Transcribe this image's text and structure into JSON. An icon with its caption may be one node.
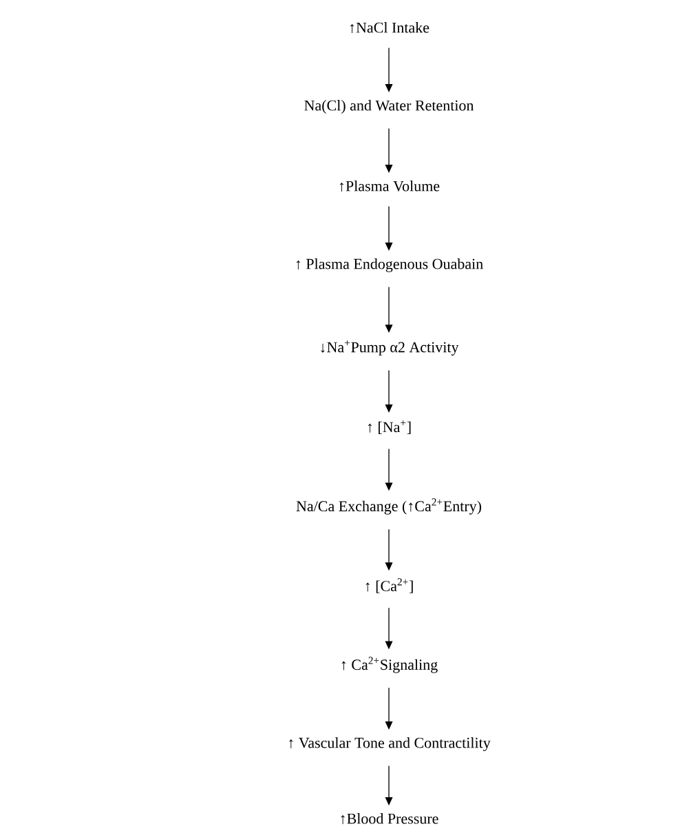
{
  "diagram": {
    "nodes": [
      {
        "text": [
          "↑NaCl Intake"
        ]
      },
      {
        "text": [
          "Na(Cl) and Water Retention"
        ]
      },
      {
        "text": [
          "↑Plasma Volume"
        ]
      },
      {
        "text": [
          "↑ Plasma Endogenous Ouabain"
        ]
      },
      {
        "text": [
          "↓Na$^{+}$Pump α2 Activity"
        ]
      },
      {
        "text": [
          "↑ [Na$^{+}$]"
        ]
      },
      {
        "text": [
          "Na/Ca Exchange (↑Ca$^{2+}$Entry)"
        ]
      },
      {
        "text": [
          "↑ [Ca$^{2+}$]"
        ]
      },
      {
        "text": [
          "↑ Ca$^{2+}$Signaling"
        ]
      },
      {
        "text": [
          "↑ Vascular Tone and Contractility"
        ]
      },
      {
        "text": [
          "↑Blood Pressure"
        ]
      }
    ],
    "edges": [
      {
        "from": 0,
        "to": 1,
        "arrow": "to"
      },
      {
        "from": 1,
        "to": 2,
        "arrow": "to"
      },
      {
        "from": 2,
        "to": 3,
        "arrow": "to"
      },
      {
        "from": 3,
        "to": 4,
        "arrow": "to"
      },
      {
        "from": 4,
        "to": 5,
        "arrow": "to"
      },
      {
        "from": 5,
        "to": 6,
        "arrow": "to"
      },
      {
        "from": 6,
        "to": 7,
        "arrow": "to"
      },
      {
        "from": 7,
        "to": 8,
        "arrow": "to"
      },
      {
        "from": 8,
        "to": 9,
        "arrow": "to"
      },
      {
        "from": 9,
        "to": 10,
        "arrow": "to"
      }
    ]
  }
}
